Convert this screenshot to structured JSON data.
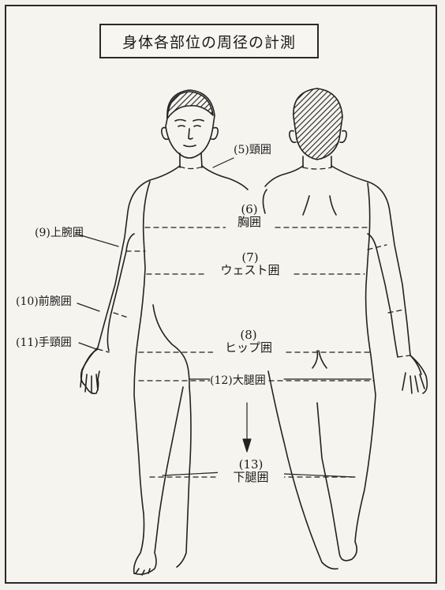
{
  "title": "身体各部位の周径の計測",
  "labels": {
    "neck": "(5)頸囲",
    "chest_num": "(6)",
    "chest": "胸囲",
    "upper_arm": "(9)上腕囲",
    "waist_num": "(7)",
    "waist": "ウェスト囲",
    "forearm": "(10)前腕囲",
    "wrist": "(11)手頸囲",
    "hip_num": "(8)",
    "hip": "ヒップ囲",
    "thigh": "(12)大腿囲",
    "calf_num": "(13)",
    "calf": "下腿囲"
  }
}
